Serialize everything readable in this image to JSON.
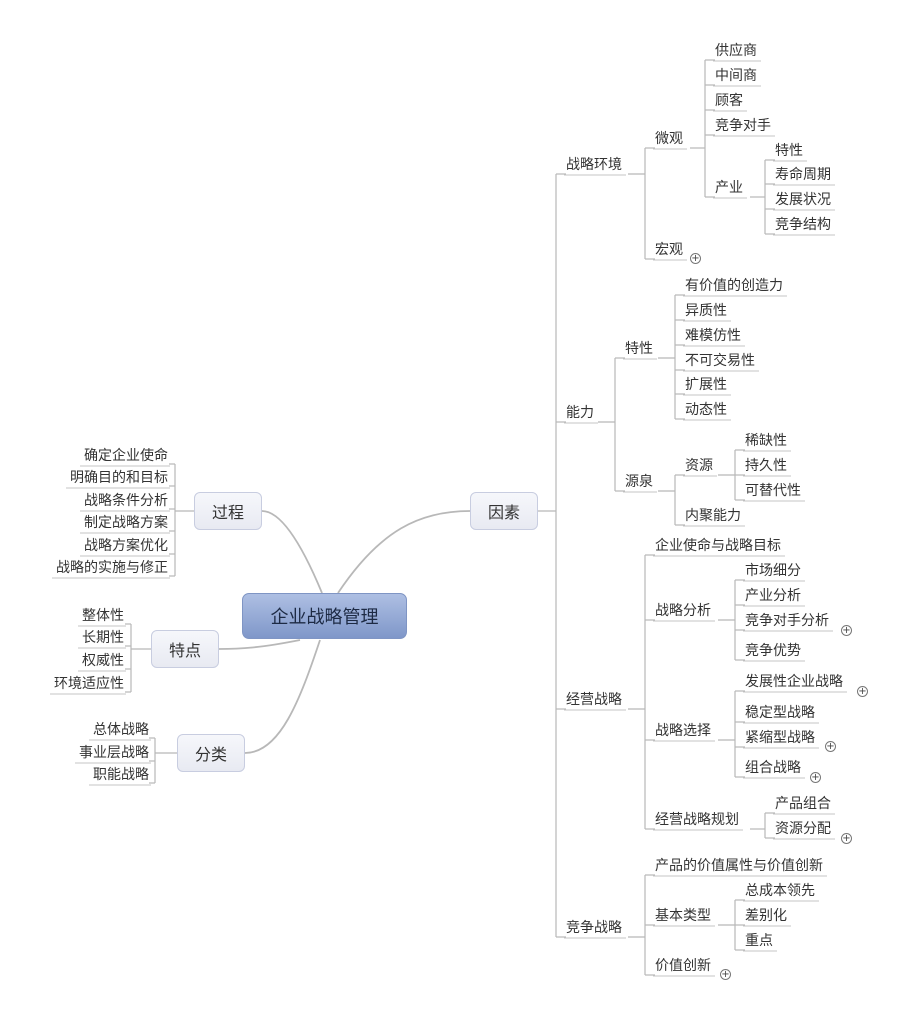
{
  "root": "企业战略管理",
  "left": [
    {
      "label": "过程",
      "children": [
        "确定企业使命",
        "明确目的和目标",
        "战略条件分析",
        "制定战略方案",
        "战略方案优化",
        "战略的实施与修正"
      ]
    },
    {
      "label": "特点",
      "children": [
        "整体性",
        "长期性",
        "权威性",
        "环境适应性"
      ]
    },
    {
      "label": "分类",
      "children": [
        "总体战略",
        "事业层战略",
        "职能战略"
      ]
    }
  ],
  "right": {
    "label": "因素",
    "children": [
      {
        "label": "战略环境",
        "children": [
          {
            "label": "微观",
            "children": [
              {
                "label": "供应商"
              },
              {
                "label": "中间商"
              },
              {
                "label": "顾客"
              },
              {
                "label": "竞争对手"
              },
              {
                "label": "产业",
                "children": [
                  {
                    "label": "特性"
                  },
                  {
                    "label": "寿命周期"
                  },
                  {
                    "label": "发展状况"
                  },
                  {
                    "label": "竞争结构"
                  }
                ]
              }
            ]
          },
          {
            "label": "宏观",
            "collapsed": true
          }
        ]
      },
      {
        "label": "能力",
        "children": [
          {
            "label": "特性",
            "children": [
              {
                "label": "有价值的创造力"
              },
              {
                "label": "异质性"
              },
              {
                "label": "难模仿性"
              },
              {
                "label": "不可交易性"
              },
              {
                "label": "扩展性"
              },
              {
                "label": "动态性"
              }
            ]
          },
          {
            "label": "源泉",
            "children": [
              {
                "label": "资源",
                "children": [
                  {
                    "label": "稀缺性"
                  },
                  {
                    "label": "持久性"
                  },
                  {
                    "label": "可替代性"
                  }
                ]
              },
              {
                "label": "内聚能力"
              }
            ]
          }
        ]
      },
      {
        "label": "经营战略",
        "children": [
          {
            "label": "企业使命与战略目标"
          },
          {
            "label": "战略分析",
            "children": [
              {
                "label": "市场细分"
              },
              {
                "label": "产业分析"
              },
              {
                "label": "竞争对手分析",
                "collapsed": true
              },
              {
                "label": "竞争优势"
              }
            ]
          },
          {
            "label": "战略选择",
            "children": [
              {
                "label": "发展性企业战略",
                "collapsed": true
              },
              {
                "label": "稳定型战略"
              },
              {
                "label": "紧缩型战略",
                "collapsed": true
              },
              {
                "label": "组合战略",
                "collapsed": true
              }
            ]
          },
          {
            "label": "经营战略规划",
            "children": [
              {
                "label": "产品组合"
              },
              {
                "label": "资源分配",
                "collapsed": true
              }
            ]
          }
        ]
      },
      {
        "label": "竞争战略",
        "children": [
          {
            "label": "产品的价值属性与价值创新"
          },
          {
            "label": "基本类型",
            "children": [
              {
                "label": "总成本领先"
              },
              {
                "label": "差别化"
              },
              {
                "label": "重点"
              }
            ]
          },
          {
            "label": "价值创新",
            "collapsed": true
          }
        ]
      }
    ]
  },
  "colors": {
    "line": "#b8b8b8",
    "underline": "#c4c4c4",
    "text": "#333333",
    "root_fill": "#8ea3d2"
  },
  "icons": {
    "collapse_marker": "plus-circle-icon"
  }
}
